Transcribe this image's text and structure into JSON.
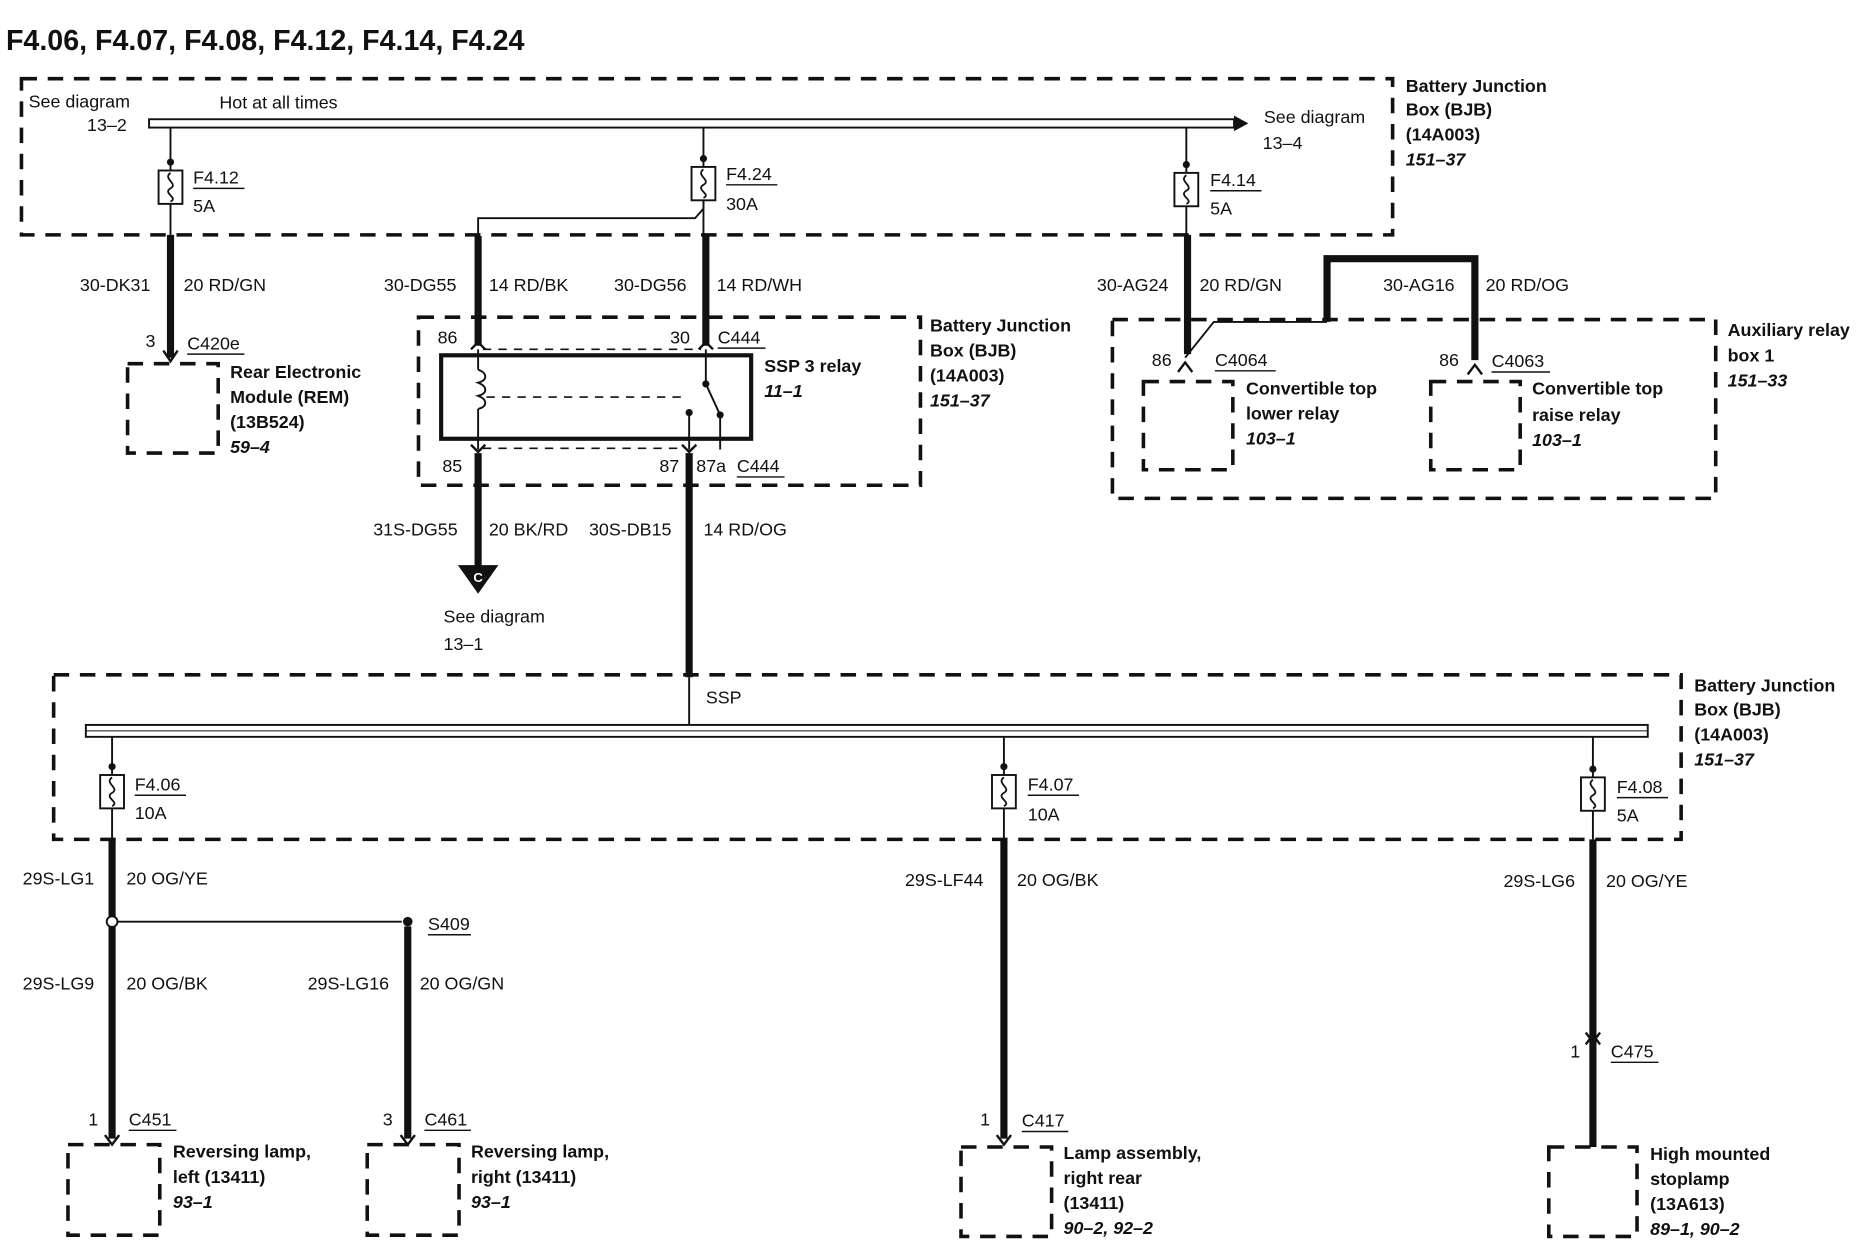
{
  "title": "F4.06, F4.07, F4.08, F4.12, F4.14, F4.24",
  "top_bjb": {
    "left_ref_label": "See diagram",
    "left_ref_num": "13–2",
    "bus_label": "Hot at all times",
    "right_ref_label": "See diagram",
    "right_ref_num": "13–4",
    "name_lines": [
      "Battery Junction",
      "Box (BJB)",
      "(14A003)"
    ],
    "page_ref": "151–37",
    "fuses": [
      {
        "id": "F4.12",
        "rating": "5A"
      },
      {
        "id": "F4.24",
        "rating": "30A"
      },
      {
        "id": "F4.14",
        "rating": "5A"
      }
    ]
  },
  "wires_top": {
    "dk31_circuit": "30-DK31",
    "dk31_gauge": "20 RD/GN",
    "dg55_circuit": "30-DG55",
    "dg55_gauge": "14 RD/BK",
    "dg56_circuit": "30-DG56",
    "dg56_gauge": "14 RD/WH",
    "ag24_circuit": "30-AG24",
    "ag24_gauge": "20 RD/GN",
    "ag16_circuit": "30-AG16",
    "ag16_gauge": "20 RD/OG"
  },
  "rem": {
    "pin": "3",
    "connector": "C420e",
    "name_lines": [
      "Rear Electronic",
      "Module (REM)",
      "(13B524)"
    ],
    "page_ref": "59–4"
  },
  "relay_bjb": {
    "name_lines": [
      "Battery Junction",
      "Box (BJB)",
      "(14A003)"
    ],
    "page_ref": "151–37",
    "relay_name": "SSP 3 relay",
    "relay_ref": "11–1",
    "pin86": "86",
    "pin30": "30",
    "conn_top": "C444",
    "pin85": "85",
    "pin87": "87",
    "pin87a": "87a",
    "conn_bottom": "C444"
  },
  "wires_mid": {
    "dg55s_circuit": "31S-DG55",
    "dg55s_gauge": "20 BK/RD",
    "db15_circuit": "30S-DB15",
    "db15_gauge": "14 RD/OG",
    "ground_letter": "C",
    "ground_ref_label": "See diagram",
    "ground_ref_num": "13–1"
  },
  "aux_box": {
    "name_lines": [
      "Auxiliary relay",
      "box 1"
    ],
    "page_ref": "151–33",
    "lower": {
      "pin": "86",
      "connector": "C4064",
      "name_lines": [
        "Convertible top",
        "lower relay"
      ],
      "page_ref": "103–1"
    },
    "raise": {
      "pin": "86",
      "connector": "C4063",
      "name_lines": [
        "Convertible top",
        "raise relay"
      ],
      "page_ref": "103–1"
    }
  },
  "bottom_bjb": {
    "bus_label": "SSP",
    "name_lines": [
      "Battery Junction",
      "Box (BJB)",
      "(14A003)"
    ],
    "page_ref": "151–37",
    "fuses": [
      {
        "id": "F4.06",
        "rating": "10A"
      },
      {
        "id": "F4.07",
        "rating": "10A"
      },
      {
        "id": "F4.08",
        "rating": "5A"
      }
    ]
  },
  "wires_bottom": {
    "lg1_circuit": "29S-LG1",
    "lg1_gauge": "20 OG/YE",
    "splice": "S409",
    "lg9_circuit": "29S-LG9",
    "lg9_gauge": "20 OG/BK",
    "lg16_circuit": "29S-LG16",
    "lg16_gauge": "20 OG/GN",
    "lf44_circuit": "29S-LF44",
    "lf44_gauge": "20 OG/BK",
    "lg6_circuit": "29S-LG6",
    "lg6_gauge": "20 OG/YE",
    "c475_pin": "1",
    "c475": "C475"
  },
  "loads": [
    {
      "pin": "1",
      "connector": "C451",
      "name_lines": [
        "Reversing lamp,",
        "left (13411)"
      ],
      "page_ref": "93–1"
    },
    {
      "pin": "3",
      "connector": "C461",
      "name_lines": [
        "Reversing lamp,",
        "right (13411)"
      ],
      "page_ref": "93–1"
    },
    {
      "pin": "1",
      "connector": "C417",
      "name_lines": [
        "Lamp assembly,",
        "right rear",
        "(13411)"
      ],
      "page_ref": "90–2, 92–2"
    },
    {
      "pin": "",
      "connector": "",
      "name_lines": [
        "High mounted",
        "stoplamp",
        "(13A613)"
      ],
      "page_ref": "89–1, 90–2"
    }
  ]
}
